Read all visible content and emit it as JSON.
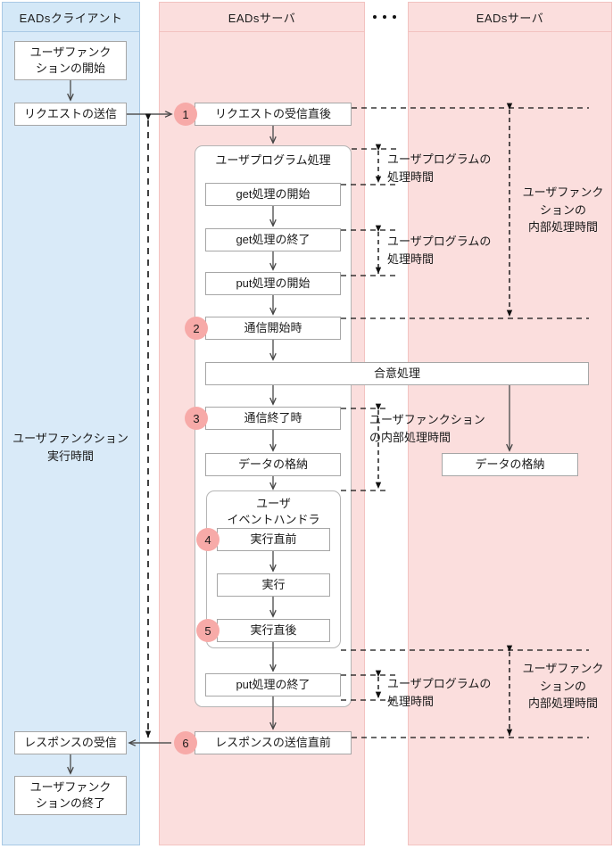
{
  "lanes": [
    {
      "id": "client",
      "title": "EADsクライアント"
    },
    {
      "id": "server1",
      "title": "EADsサーバ"
    },
    {
      "id": "server2",
      "title": "EADsサーバ"
    }
  ],
  "ellipsis": "...",
  "client_boxes": [
    {
      "id": "user-function-start",
      "label": "ユーザファンク\nションの開始"
    },
    {
      "id": "request-send",
      "label": "リクエストの送信"
    },
    {
      "id": "response-receive",
      "label": "レスポンスの受信"
    },
    {
      "id": "user-function-end",
      "label": "ユーザファンク\nションの終了"
    }
  ],
  "client_label": "ユーザファンクション\n実行時間",
  "server_boxes": [
    {
      "id": "request-received",
      "label": "リクエストの受信直後",
      "num": "1"
    },
    {
      "id": "get-start",
      "label": "get処理の開始"
    },
    {
      "id": "get-end",
      "label": "get処理の終了"
    },
    {
      "id": "put-start",
      "label": "put処理の開始"
    },
    {
      "id": "comm-start",
      "label": "通信開始時",
      "num": "2"
    },
    {
      "id": "consensus",
      "label": "合意処理"
    },
    {
      "id": "comm-end",
      "label": "通信終了時",
      "num": "3"
    },
    {
      "id": "data-store",
      "label": "データの格納"
    },
    {
      "id": "before-exec",
      "label": "実行直前",
      "num": "4"
    },
    {
      "id": "exec",
      "label": "実行"
    },
    {
      "id": "after-exec",
      "label": "実行直後",
      "num": "5"
    },
    {
      "id": "put-end",
      "label": "put処理の終了"
    },
    {
      "id": "response-send",
      "label": "レスポンスの送信直前",
      "num": "6"
    }
  ],
  "groups": [
    {
      "id": "user-program",
      "title": "ユーザプログラム処理"
    },
    {
      "id": "user-event-handler",
      "title": "ユーザ\nイベントハンドラ"
    }
  ],
  "server2_boxes": [
    {
      "id": "data-store-remote",
      "label": "データの格納"
    }
  ],
  "annotations": [
    {
      "id": "user-program-time-1",
      "label": "ユーザプログラムの\n処理時間"
    },
    {
      "id": "user-program-time-2",
      "label": "ユーザプログラムの\n処理時間"
    },
    {
      "id": "user-function-internal-time-1",
      "label": "ユーザファンク\nションの\n内部処理時間"
    },
    {
      "id": "user-function-internal-time-2",
      "label": "ユーザファンクション\nの内部処理時間"
    },
    {
      "id": "user-program-time-3",
      "label": "ユーザプログラムの\n処理時間"
    },
    {
      "id": "user-function-internal-time-3",
      "label": "ユーザファンク\nションの\n内部処理時間"
    }
  ],
  "colors": {
    "client_lane": "#d9eaf8",
    "server_lane": "#fbdedd",
    "num_badge": "#f7aaa8",
    "box_border": "#a6a6a6",
    "arrow": "#444444"
  }
}
